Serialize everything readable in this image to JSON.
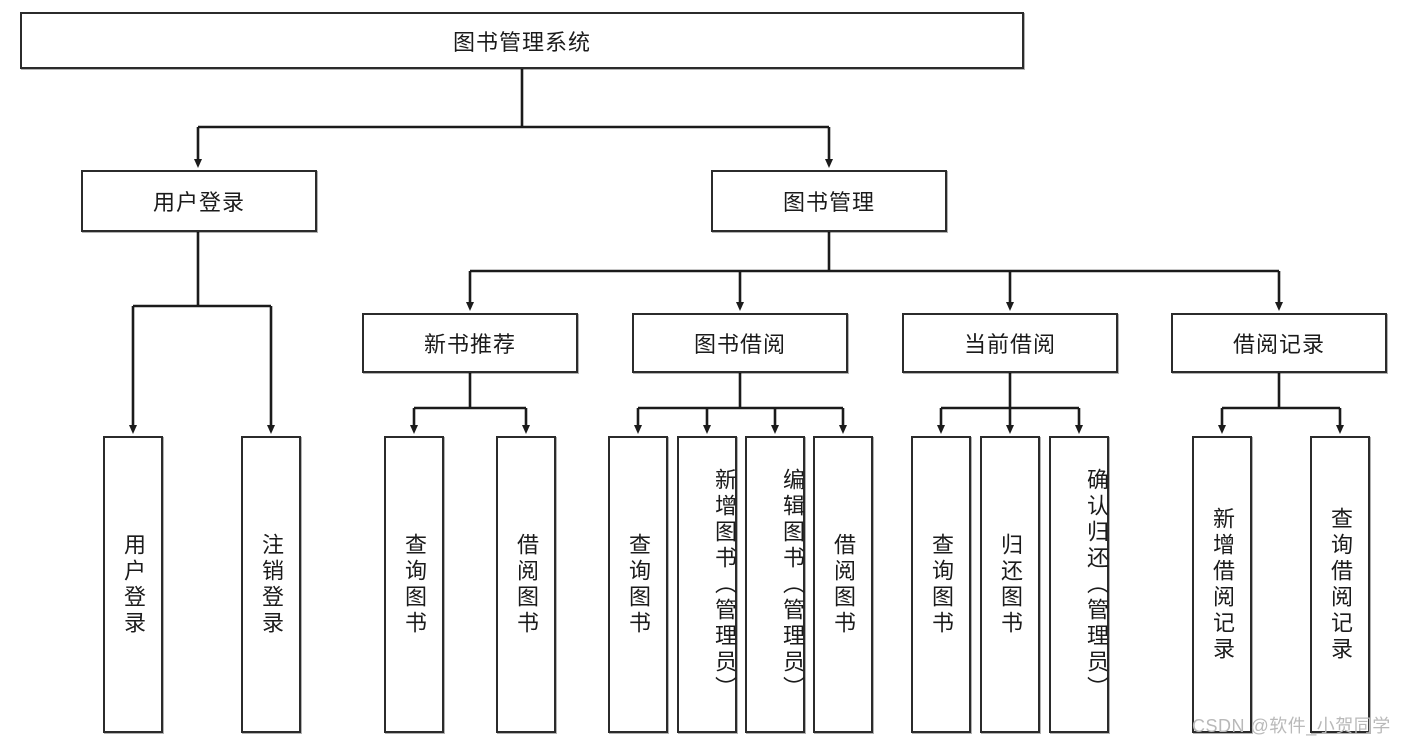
{
  "diagram": {
    "type": "tree-hierarchy",
    "title": "图书管理系统",
    "watermark": "CSDN @软件_小贺同学",
    "colors": {
      "box_border": "#2b2b2b",
      "box_fill": "#ffffff",
      "connector": "#1b1b1b",
      "watermark": "#b9b9b9"
    },
    "root": {
      "label": "图书管理系统"
    },
    "level1": [
      {
        "label": "用户登录"
      },
      {
        "label": "图书管理"
      }
    ],
    "level2": [
      {
        "label": "新书推荐"
      },
      {
        "label": "图书借阅"
      },
      {
        "label": "当前借阅"
      },
      {
        "label": "借阅记录"
      }
    ],
    "leaves": {
      "user_login": [
        {
          "label": "用户登录"
        },
        {
          "label": "注销登录"
        }
      ],
      "new_book_recommend": [
        {
          "label": "查询图书"
        },
        {
          "label": "借阅图书"
        }
      ],
      "book_borrow": [
        {
          "label": "查询图书"
        },
        {
          "label": "新增图书（管理员）"
        },
        {
          "label": "编辑图书（管理员）"
        },
        {
          "label": "借阅图书"
        }
      ],
      "current_borrow": [
        {
          "label": "查询图书"
        },
        {
          "label": "归还图书"
        },
        {
          "label": "确认归还（管理员）"
        }
      ],
      "borrow_record": [
        {
          "label": "新增借阅记录"
        },
        {
          "label": "查询借阅记录"
        }
      ]
    }
  }
}
